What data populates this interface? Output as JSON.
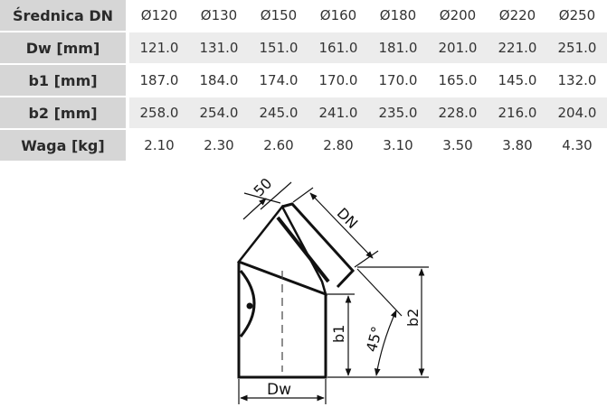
{
  "table": {
    "header": {
      "label": "Średnica DN",
      "values": [
        "Ø120",
        "Ø130",
        "Ø150",
        "Ø160",
        "Ø180",
        "Ø200",
        "Ø220",
        "Ø250"
      ]
    },
    "rows": [
      {
        "label": "Dw [mm]",
        "values": [
          "121.0",
          "131.0",
          "151.0",
          "161.0",
          "181.0",
          "201.0",
          "221.0",
          "251.0"
        ]
      },
      {
        "label": "b1 [mm]",
        "values": [
          "187.0",
          "184.0",
          "174.0",
          "170.0",
          "170.0",
          "165.0",
          "145.0",
          "132.0"
        ]
      },
      {
        "label": "b2 [mm]",
        "values": [
          "258.0",
          "254.0",
          "245.0",
          "241.0",
          "235.0",
          "228.0",
          "216.0",
          "204.0"
        ]
      },
      {
        "label": "Waga [kg]",
        "values": [
          "2.10",
          "2.30",
          "2.60",
          "2.80",
          "3.10",
          "3.50",
          "3.80",
          "4.30"
        ]
      }
    ]
  },
  "drawing": {
    "dim_50": "50",
    "dim_dn": "DN",
    "dim_b1": "b1",
    "dim_b2": "b2",
    "dim_angle": "45°",
    "dim_dw": "Dw"
  }
}
